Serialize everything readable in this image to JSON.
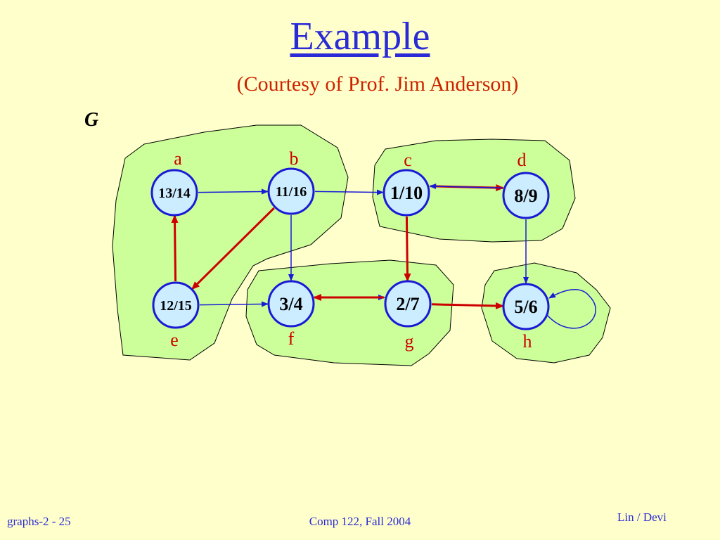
{
  "title": "Example",
  "subtitle": "(Courtesy of Prof. Jim Anderson)",
  "graph_label": "G",
  "nodes": [
    {
      "id": "a",
      "letter": "a",
      "times": "13/14"
    },
    {
      "id": "b",
      "letter": "b",
      "times": "11/16"
    },
    {
      "id": "c",
      "letter": "c",
      "times": "1/10"
    },
    {
      "id": "d",
      "letter": "d",
      "times": "8/9"
    },
    {
      "id": "e",
      "letter": "e",
      "times": "12/15"
    },
    {
      "id": "f",
      "letter": "f",
      "times": "3/4"
    },
    {
      "id": "g",
      "letter": "g",
      "times": "2/7"
    },
    {
      "id": "h",
      "letter": "h",
      "times": "5/6"
    }
  ],
  "edges": [
    {
      "from": "a",
      "to": "b",
      "tree": false
    },
    {
      "from": "b",
      "to": "c",
      "tree": false
    },
    {
      "from": "b",
      "to": "e",
      "tree": true
    },
    {
      "from": "b",
      "to": "f",
      "tree": false
    },
    {
      "from": "e",
      "to": "a",
      "tree": true
    },
    {
      "from": "e",
      "to": "f",
      "tree": false
    },
    {
      "from": "c",
      "to": "d",
      "tree": true
    },
    {
      "from": "d",
      "to": "c",
      "tree": false
    },
    {
      "from": "c",
      "to": "g",
      "tree": true
    },
    {
      "from": "f",
      "to": "g",
      "tree": false
    },
    {
      "from": "g",
      "to": "f",
      "tree": true
    },
    {
      "from": "g",
      "to": "h",
      "tree": true
    },
    {
      "from": "d",
      "to": "h",
      "tree": false
    },
    {
      "from": "h",
      "to": "h",
      "tree": false
    }
  ],
  "colors": {
    "background": "#ffffcc",
    "region_fill": "#ccff99",
    "node_fill": "#ccecff",
    "node_stroke": "#1a1ad6",
    "tree_edge": "#cc0000",
    "other_edge": "#1a1ad6",
    "letter": "#cc0000"
  },
  "footer": {
    "left": "graphs-2 - 25",
    "center": "Comp 122, Fall 2004",
    "right": "Lin / Devi"
  }
}
